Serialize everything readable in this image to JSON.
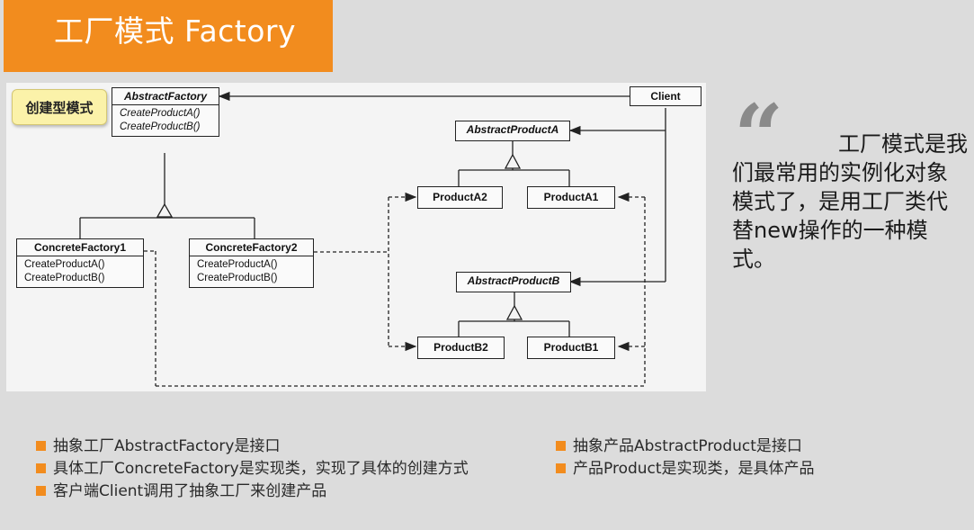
{
  "title": "工厂模式 Factory",
  "tag_label": "创建型模式",
  "diagram": {
    "abstract_factory": {
      "name": "AbstractFactory",
      "ops": [
        "CreateProductA()",
        "CreateProductB()"
      ]
    },
    "client": {
      "name": "Client"
    },
    "concrete_factory_1": {
      "name": "ConcreteFactory1",
      "ops": [
        "CreateProductA()",
        "CreateProductB()"
      ]
    },
    "concrete_factory_2": {
      "name": "ConcreteFactory2",
      "ops": [
        "CreateProductA()",
        "CreateProductB()"
      ]
    },
    "abstract_product_a": {
      "name": "AbstractProductA"
    },
    "product_a2": {
      "name": "ProductA2"
    },
    "product_a1": {
      "name": "ProductA1"
    },
    "abstract_product_b": {
      "name": "AbstractProductB"
    },
    "product_b2": {
      "name": "ProductB2"
    },
    "product_b1": {
      "name": "ProductB1"
    }
  },
  "quote": {
    "mark": "“",
    "line1": "工厂模式是",
    "rest": "我们最常用的实例化对象模式了，是用工厂类代替new操作的一种模式。"
  },
  "bullets_left": [
    "抽象工厂AbstractFactory是接口",
    "具体工厂ConcreteFactory是实现类，实现了具体的创建方式",
    "客户端Client调用了抽象工厂来创建产品"
  ],
  "bullets_right": [
    "抽象产品AbstractProduct是接口",
    "产品Product是实现类，是具体产品"
  ],
  "colors": {
    "accent": "#f28c1e",
    "tag_bg": "#fbf2a9",
    "background": "#dcdcdc"
  }
}
